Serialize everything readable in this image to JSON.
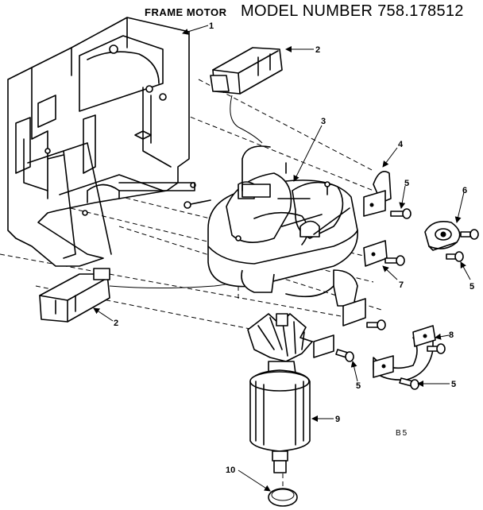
{
  "header": {
    "frame_label": "FRAME MOTOR",
    "model_label": "MODEL NUMBER 758.178512"
  },
  "callouts": {
    "c1": "1",
    "c2a": "2",
    "c2b": "2",
    "c3": "3",
    "c4": "4",
    "c5a": "5",
    "c5b": "5",
    "c5c": "5",
    "c5d": "5",
    "c6": "6",
    "c7": "7",
    "c8": "8",
    "c9": "9",
    "c10": "10"
  },
  "page_code": "B5"
}
